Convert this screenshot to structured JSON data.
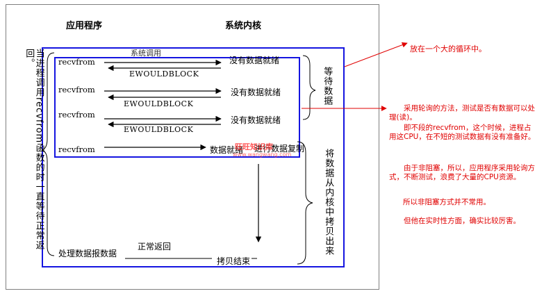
{
  "headers": {
    "app": "应用程序",
    "kernel": "系统内核"
  },
  "left_vertical_text": "当进程调用recvfrom函数的时一直等待正常返回。",
  "right_top_vertical_text": "等待数据",
  "right_bottom_vertical_text": "将数据从内核中拷贝出来",
  "top_faded_label": "系统调用",
  "rows": [
    {
      "call": "recvfrom",
      "kernel_state": "没有数据就绪",
      "reply": "EWOULDBLOCK"
    },
    {
      "call": "recvfrom",
      "kernel_state": "没有数据就绪",
      "reply": "EWOULDBLOCK"
    },
    {
      "call": "recvfrom",
      "kernel_state": "没有数据就绪",
      "reply": "EWOULDBLOCK"
    },
    {
      "call": "recvfrom",
      "kernel_state": "数据就绪"
    }
  ],
  "copy_label": "进行数据复制",
  "bottom": {
    "process_label": "处理数据报数据",
    "return_label": "正常返回",
    "copy_done": "拷贝结束"
  },
  "watermark": {
    "line1": "旺旺知识库",
    "line2": "www.wangwang.com"
  },
  "notes": {
    "loop": "放在一个大的循环中。",
    "polling_p1": "采用轮询的方法，测试是否有数据可以处理(读)。",
    "polling_p2": "即不段的recvfrom，这个时候，进程占用这CPU，在不短的测试数据有没有准备好。",
    "nonblock_p1": "由于非阻塞，所以，应用程序采用轮询方式，不断测试，浪费了大量的CPU资源。",
    "nonblock_p2": "所以非阻塞方式并不常用。",
    "realtime": "但他在实时性方面，确实比较厉害。"
  },
  "colors": {
    "box_blue": "#1414e0",
    "note_red": "#e00000",
    "arrow_black": "#000000",
    "frame_gray": "#7f7f7f"
  }
}
